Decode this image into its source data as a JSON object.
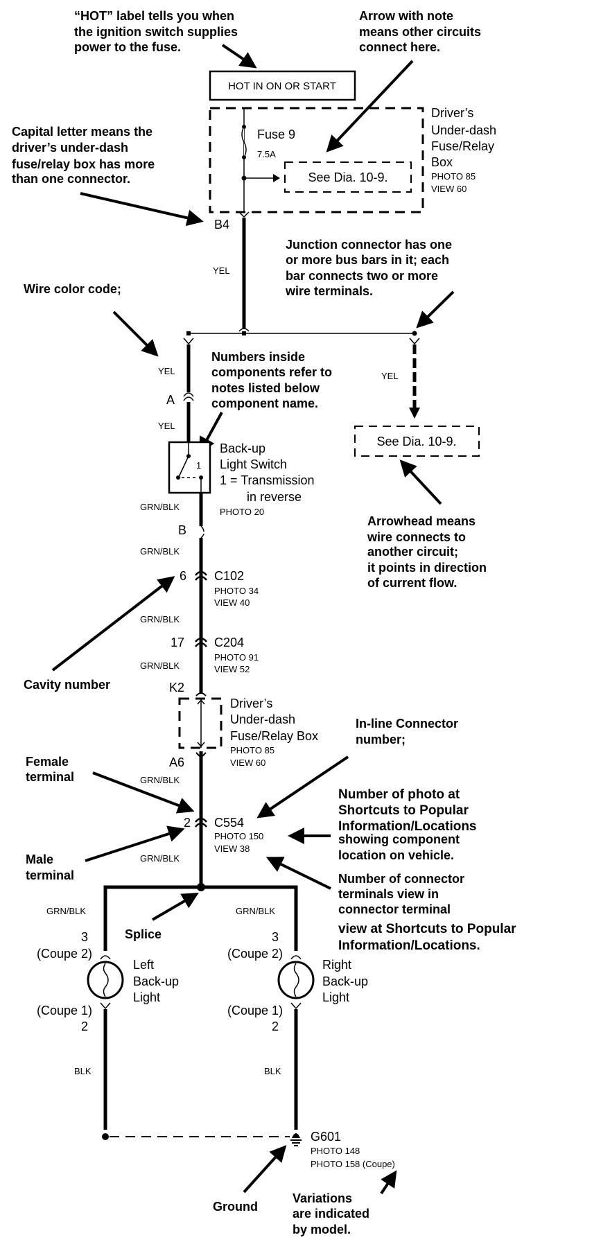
{
  "notes": {
    "hot": [
      "“HOT” label tells you when",
      "the ignition switch supplies",
      "power to the fuse."
    ],
    "arrow_note": [
      "Arrow with note",
      "means other circuits",
      "connect here."
    ],
    "capital": [
      "Capital letter means the",
      "driver’s under-dash",
      "fuse/relay box has more",
      "than one connector."
    ],
    "junction": [
      "Junction connector has one",
      "or more bus bars in it; each",
      "bar connects two or more",
      "wire terminals."
    ],
    "wire_color": [
      "Wire color code;"
    ],
    "numbers_inside": [
      "Numbers inside",
      "components refer to",
      "notes listed below",
      "component name."
    ],
    "arrowhead": [
      "Arrowhead means",
      "wire connects to",
      "another circuit;",
      "it points in direction",
      "of current flow."
    ],
    "cavity": [
      "Cavity number"
    ],
    "female": [
      "Female",
      "terminal"
    ],
    "inline": [
      "In-line Connector",
      "number;"
    ],
    "photo_number": [
      "Number of photo  at",
      "Shortcuts to Popular",
      "Information/Locations",
      "showing component",
      "location on vehicle."
    ],
    "male": [
      "Male",
      "terminal"
    ],
    "connector_view": [
      "Number of connector",
      "terminals view in",
      "connector terminal",
      "view at Shortcuts to Popular",
      "Information/Locations."
    ],
    "splice": [
      "Splice"
    ],
    "ground": [
      "Ground"
    ],
    "variations": [
      "Variations",
      "are indicated",
      "by model."
    ]
  },
  "diagram": {
    "hot_label": "HOT IN ON OR START",
    "fuse": {
      "name": "Fuse 9",
      "rating": "7.5A"
    },
    "see_dia": "See Dia. 10-9.",
    "fuse_box_top": [
      "Driver’s",
      "Under-dash",
      "Fuse/Relay",
      "Box",
      "PHOTO 85",
      "VIEW 60"
    ],
    "b4": "B4",
    "yel": "YEL",
    "grn_blk": "GRN/BLK",
    "blk": "BLK",
    "a": "A",
    "switch": {
      "note": "1",
      "lines": [
        "Back-up",
        "Light Switch",
        "1 =  Transmission",
        "in reverse",
        "PHOTO 20"
      ]
    },
    "b": "B",
    "c102": {
      "cavity": "6",
      "name": "C102",
      "photo": "PHOTO 34",
      "view": "VIEW 40"
    },
    "c204": {
      "cavity": "17",
      "name": "C204",
      "photo": "PHOTO 91",
      "view": "VIEW 52"
    },
    "k2": "K2",
    "fuse_box_mid": [
      "Driver’s",
      "Under-dash",
      "Fuse/Relay Box",
      "PHOTO 85",
      "VIEW 60"
    ],
    "a6": "A6",
    "c554": {
      "cavity": "2",
      "name": "C554",
      "photo": "PHOTO 150",
      "view": "VIEW 38"
    },
    "left_light": {
      "top_pin": "3",
      "top_variant": "(Coupe 2)",
      "bottom_variant": "(Coupe 1)",
      "bottom_pin": "2",
      "lines": [
        "Left",
        "Back-up",
        "Light"
      ]
    },
    "right_light": {
      "top_pin": "3",
      "top_variant": "(Coupe 2)",
      "bottom_variant": "(Coupe 1)",
      "bottom_pin": "2",
      "lines": [
        "Right",
        "Back-up",
        "Light"
      ]
    },
    "ground": {
      "name": "G601",
      "photo1": "PHOTO 148",
      "photo2": "PHOTO 158 (Coupe)"
    }
  }
}
